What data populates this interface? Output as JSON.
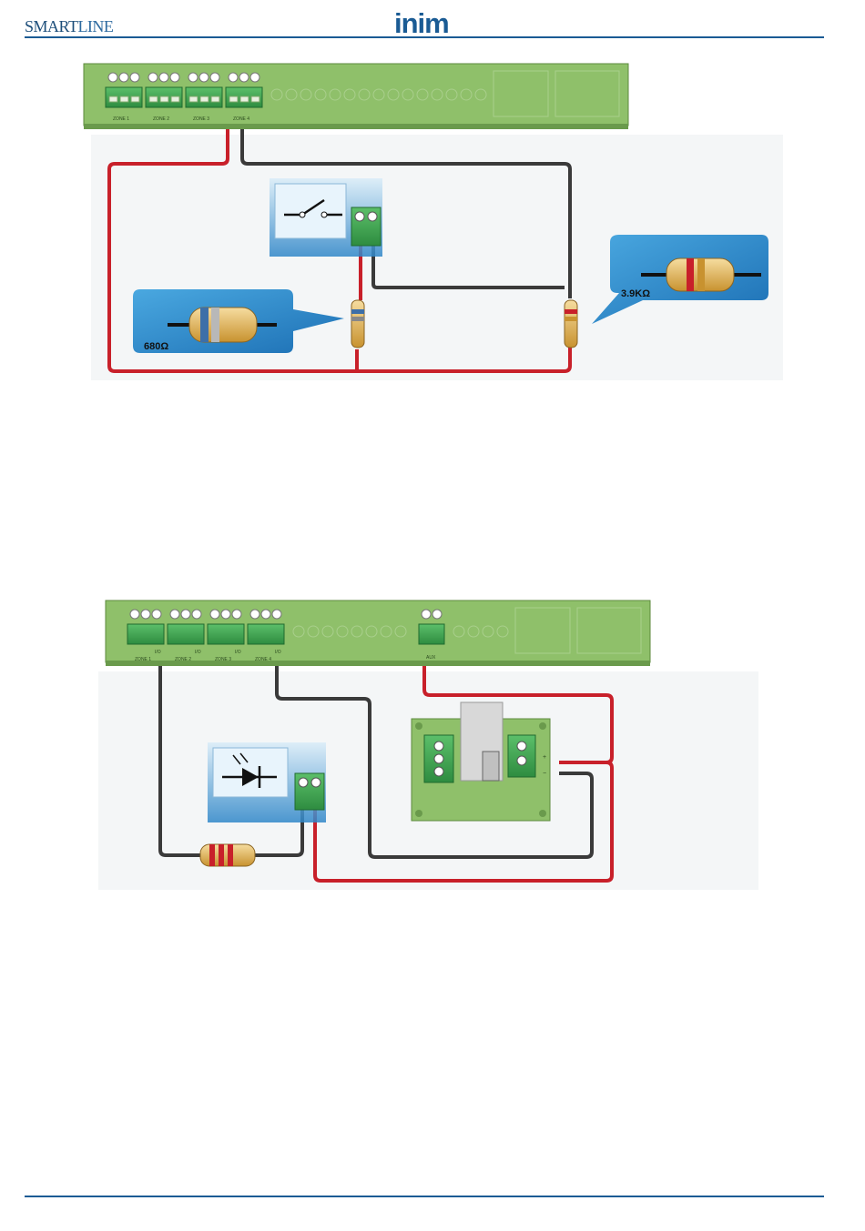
{
  "header": {
    "brand_left_main": "SMART",
    "brand_left_thin": "LINE",
    "brand_right": "inim"
  },
  "diagram1": {
    "zones": [
      "ZONE 1",
      "ZONE 2",
      "ZONE 3",
      "ZONE 4"
    ],
    "resistor_left_label": "680Ω",
    "resistor_right_label": "3.9KΩ"
  },
  "diagram2": {
    "zones": [
      "ZONE 1",
      "ZONE 2",
      "ZONE 3",
      "ZONE 4"
    ],
    "io_label": "I/O",
    "aux_label": "AUX",
    "aux_plus": "+",
    "aux_minus": "−"
  },
  "colors": {
    "brand_blue": "#1a5b94",
    "pcb_green": "#8fc06a",
    "wire_red": "#c8202a",
    "wire_black": "#3a3a3a"
  }
}
